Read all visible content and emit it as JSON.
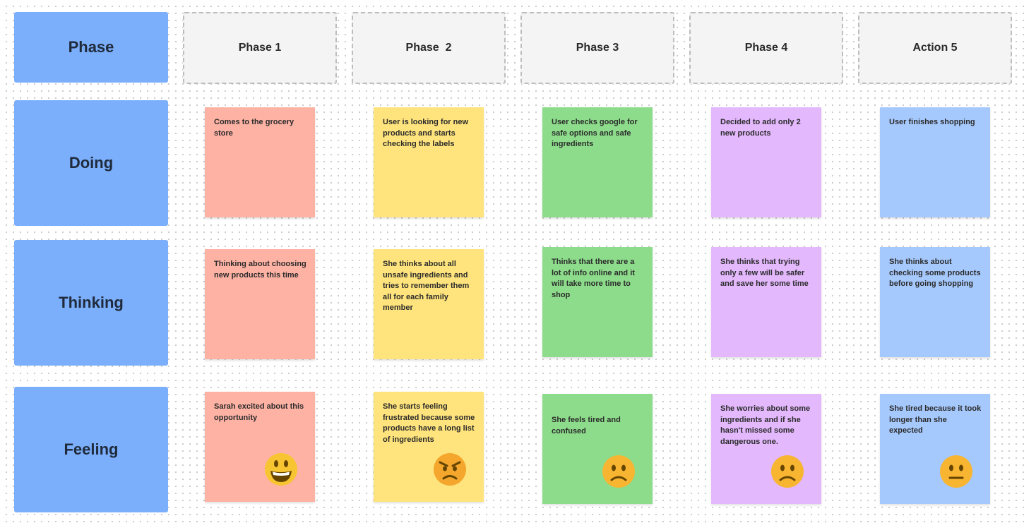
{
  "rows": {
    "phase": "Phase",
    "doing": "Doing",
    "thinking": "Thinking",
    "feeling": "Feeling"
  },
  "phases": [
    "Phase 1",
    "Phase  2",
    "Phase 3",
    "Phase 4",
    "Action 5"
  ],
  "doing": [
    "Comes to the grocery store",
    "User is looking for new products and starts checking the labels",
    "User checks google for safe options and safe ingredients",
    "Decided to add only 2 new products",
    "User finishes shopping"
  ],
  "thinking": [
    "Thinking about choosing new products this time",
    "She thinks about all unsafe ingredients  and tries to remember them all for each family member",
    "Thinks that there are a lot of info online and it will take more time to shop",
    "She thinks that trying only a few will be safer and save her some  time",
    "She thinks about checking some products before going shopping"
  ],
  "feeling": [
    "Sarah excited about this opportunity",
    "She starts feeling frustrated because some products have a long list of ingredients",
    "She feels tired and confused",
    "She worries about some ingredients and if she hasn't missed some dangerous one.",
    "She tired because it took longer than she expected"
  ],
  "emojis": [
    "grinning-face-icon",
    "angry-face-icon",
    "frowning-face-icon",
    "frowning-face-icon",
    "neutral-face-icon"
  ],
  "colors": {
    "row_label": "#7baefb",
    "phase_1": "#fdb2a4",
    "phase_2": "#ffe47d",
    "phase_3": "#8ddc8b",
    "phase_4": "#e3b8fd",
    "phase_5": "#a6c9fd",
    "emoji": "#f7b531"
  }
}
